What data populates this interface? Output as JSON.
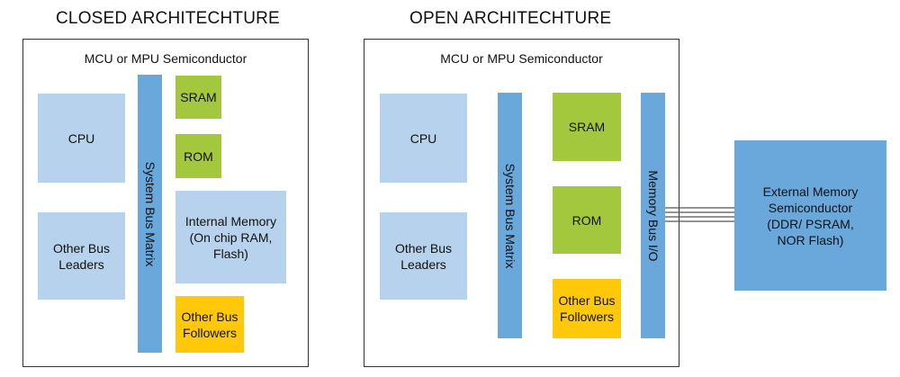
{
  "closed": {
    "title": "CLOSED ARCHITECHTURE",
    "chip_label": "MCU or MPU Semiconductor",
    "cpu": "CPU",
    "other_leaders": [
      "Other Bus",
      "Leaders"
    ],
    "bus": "System Bus Matrix",
    "sram": "SRAM",
    "rom": "ROM",
    "internal_memory": [
      "Internal Memory",
      "(On chip RAM,",
      "Flash)"
    ],
    "followers": [
      "Other Bus",
      "Followers"
    ]
  },
  "open": {
    "title": "OPEN ARCHITECHTURE",
    "chip_label": "MCU or MPU Semiconductor",
    "cpu": "CPU",
    "other_leaders": [
      "Other Bus",
      "Leaders"
    ],
    "bus": "System Bus Matrix",
    "sram": "SRAM",
    "rom": "ROM",
    "followers": [
      "Other Bus",
      "Followers"
    ],
    "memory_bus": "Memory Bus I/O"
  },
  "external": {
    "label": [
      "External Memory",
      "Semiconductor",
      "(DDR/ PSRAM,",
      "NOR Flash)"
    ]
  },
  "colors": {
    "light_blue": "#b7d2ed",
    "blue": "#6aa8dc",
    "green": "#a3c83d",
    "gold": "#ffc90a"
  }
}
